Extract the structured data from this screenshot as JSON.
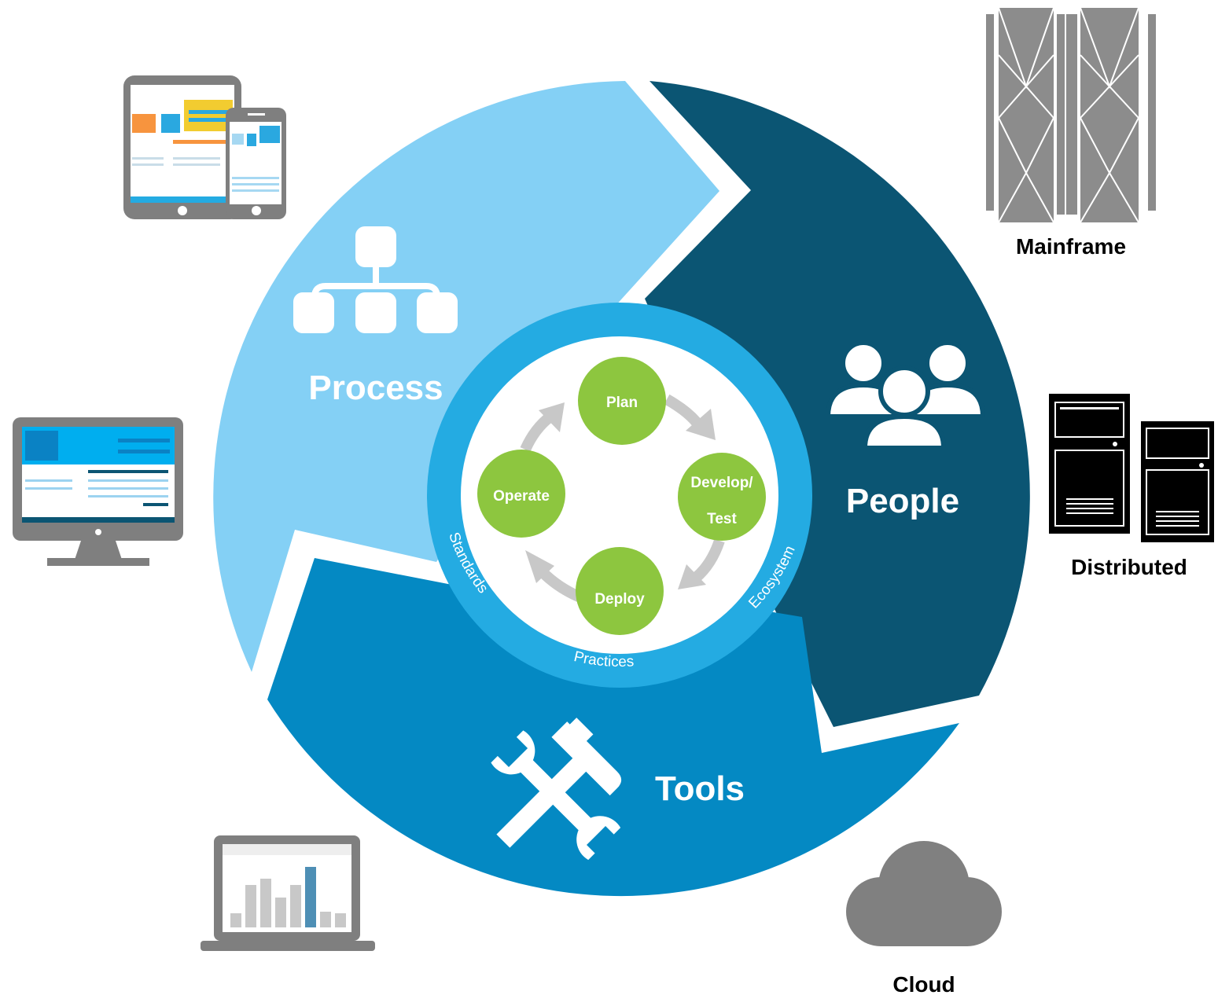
{
  "colors": {
    "process": "#84D0F5",
    "people": "#0B5573",
    "tools": "#0489C3",
    "ring": "#24ABE2",
    "node": "#8DC63F",
    "arrow": "#C8C8C8",
    "device_gray": "#7F7F7F"
  },
  "segments": {
    "process": {
      "label": "Process",
      "icon": "org-chart-icon"
    },
    "people": {
      "label": "People",
      "icon": "people-group-icon"
    },
    "tools": {
      "label": "Tools",
      "icon": "hammer-wrench-icon"
    }
  },
  "ring": {
    "standards": "Standards",
    "practices": "Practices",
    "ecosystem": "Ecosystem"
  },
  "cycle": {
    "plan": "Plan",
    "develop_line1": "Develop/",
    "develop_line2": "Test",
    "deploy": "Deploy",
    "operate": "Operate"
  },
  "environments": {
    "mainframe": {
      "label": "Mainframe",
      "icon": "mainframe-server-icon"
    },
    "distributed": {
      "label": "Distributed",
      "icon": "server-towers-icon"
    },
    "cloud": {
      "label": "Cloud",
      "icon": "cloud-icon"
    }
  },
  "devices": [
    "tablet-phone-icon",
    "desktop-monitor-icon",
    "laptop-chart-icon"
  ]
}
